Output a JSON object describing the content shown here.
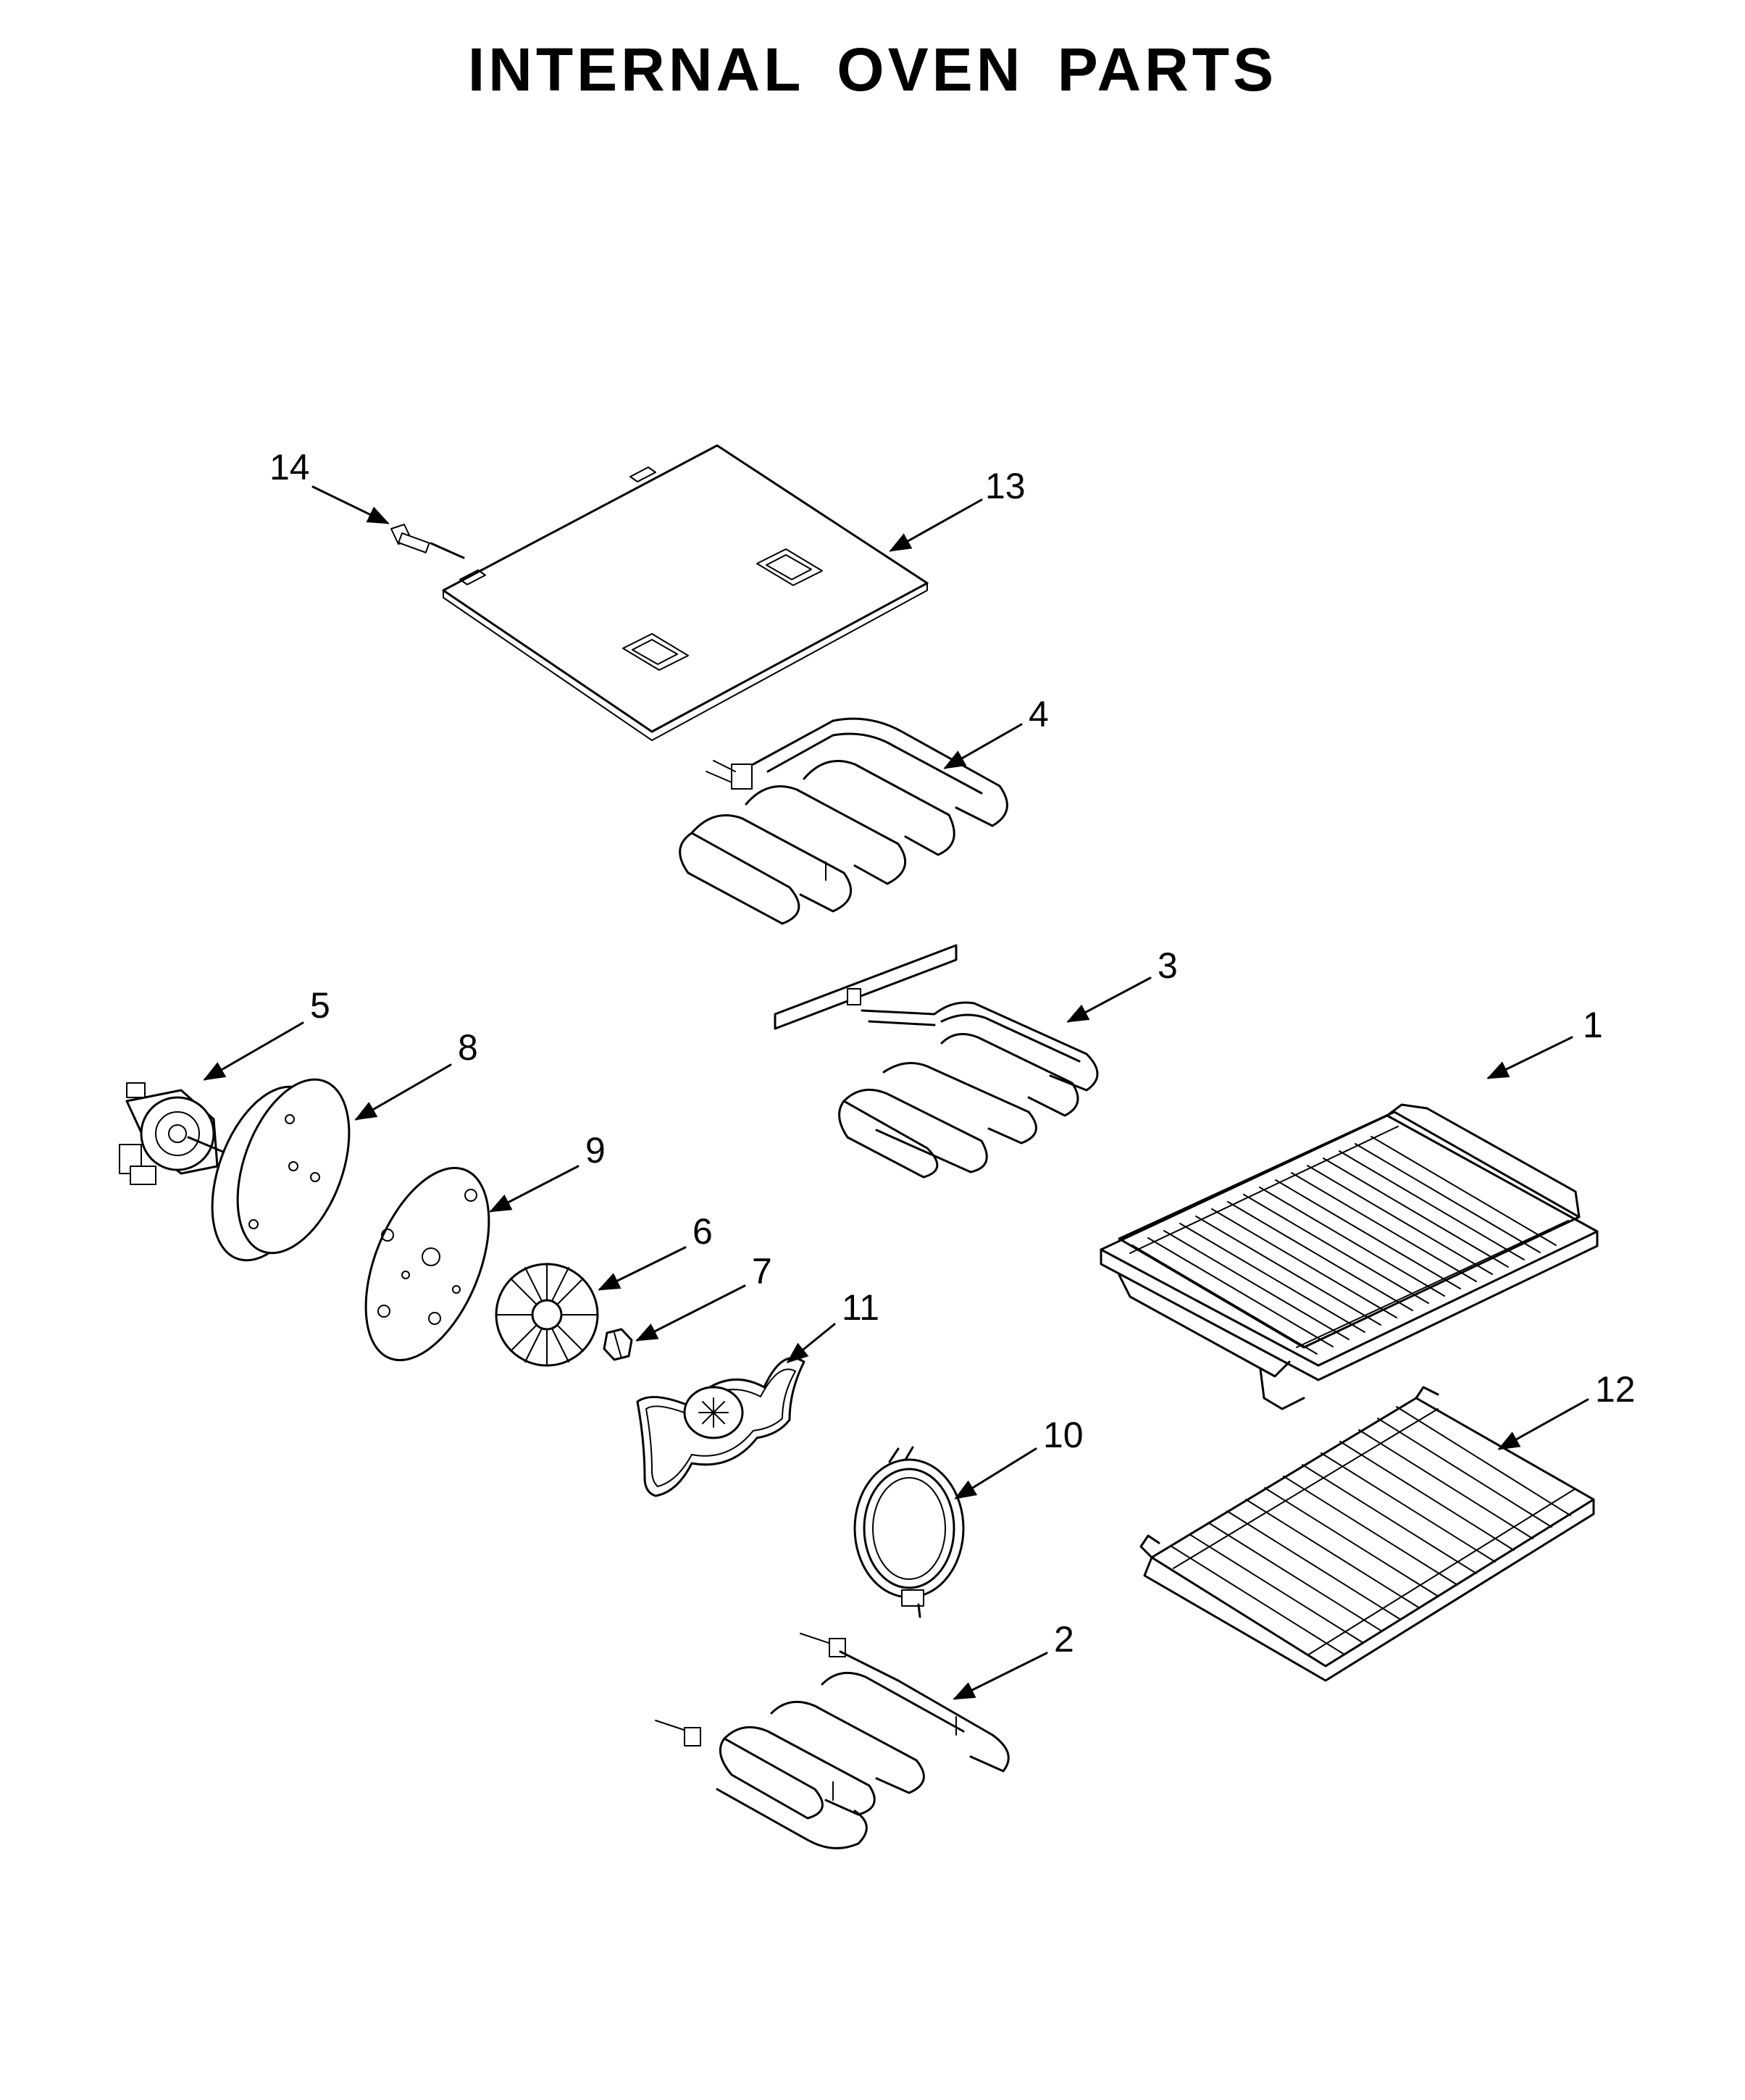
{
  "title": "INTERNAL OVEN PARTS",
  "callouts": [
    {
      "id": "14",
      "part": "screw"
    },
    {
      "id": "13",
      "part": "panel"
    },
    {
      "id": "4",
      "part": "broil-element"
    },
    {
      "id": "3",
      "part": "convection-bake-element"
    },
    {
      "id": "5",
      "part": "fan-motor"
    },
    {
      "id": "8",
      "part": "insulation-disc"
    },
    {
      "id": "9",
      "part": "fan-plate"
    },
    {
      "id": "6",
      "part": "fan-blade"
    },
    {
      "id": "7",
      "part": "nut"
    },
    {
      "id": "11",
      "part": "gasket"
    },
    {
      "id": "1",
      "part": "sliding-rack"
    },
    {
      "id": "12",
      "part": "flat-rack"
    },
    {
      "id": "10",
      "part": "convection-ring-element"
    },
    {
      "id": "2",
      "part": "bake-element"
    }
  ]
}
